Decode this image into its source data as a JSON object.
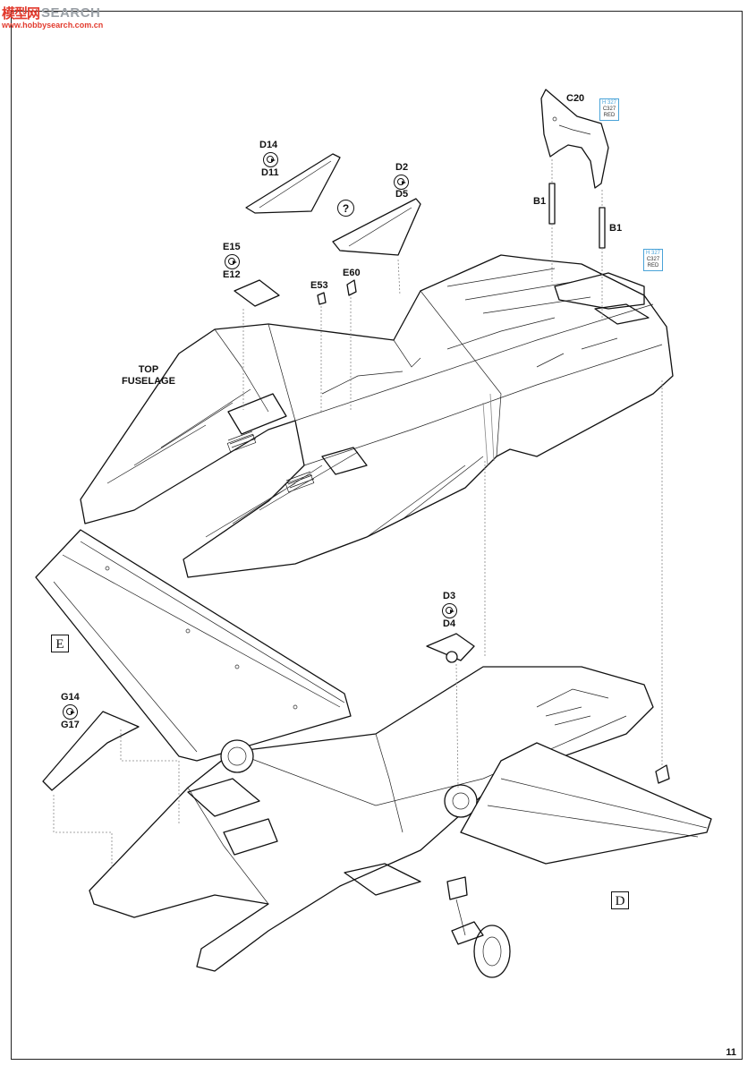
{
  "watermark": {
    "logo": "模型网",
    "text": "SEARCH",
    "url": "www.hobbysearch.com.cn"
  },
  "section_label": {
    "line1": "TOP",
    "line2": "FUSELAGE"
  },
  "parts": {
    "c20": "C20",
    "d14": "D14",
    "d11": "D11",
    "d2": "D2",
    "d5": "D5",
    "b1_left": "B1",
    "b1_right": "B1",
    "e15": "E15",
    "e12": "E12",
    "e53": "E53",
    "e60": "E60",
    "d3": "D3",
    "d4": "D4",
    "g14": "G14",
    "g17": "G17"
  },
  "paint_callouts": [
    {
      "line1": "H 327",
      "line2": "C327",
      "line3": "RED"
    },
    {
      "line1": "H 327",
      "line2": "C327",
      "line3": "RED"
    }
  ],
  "option_symbol": "?",
  "sheet_letters": {
    "e": "E",
    "d": "D"
  },
  "page_number": "11"
}
